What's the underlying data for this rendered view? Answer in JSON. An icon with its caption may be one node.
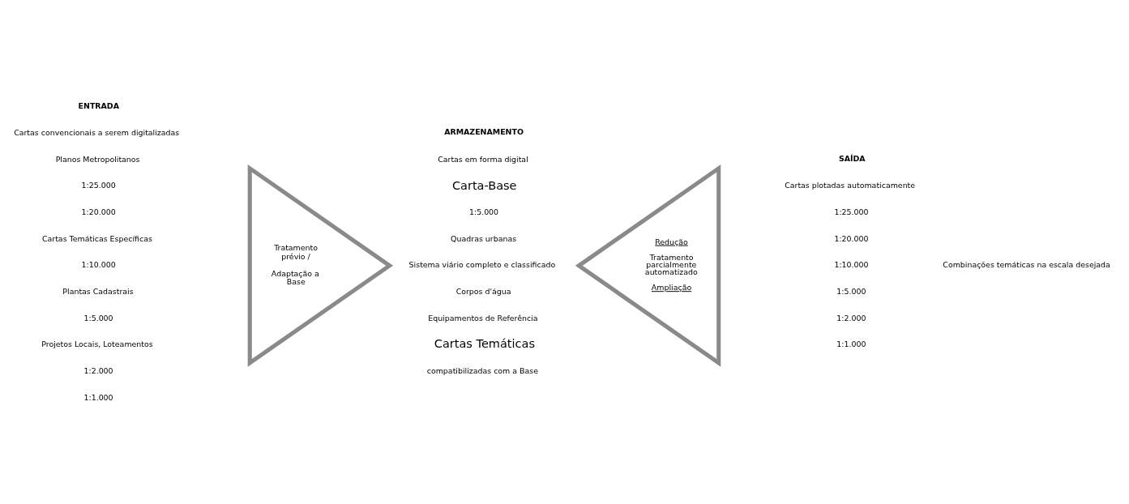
{
  "diagram": {
    "nodes": [
      {
        "text": [
          "Tratamento prévio /",
          "Adaptação a Base"
        ]
      },
      {
        "text": [
          "Redução",
          "Tratamento parcialmente automatizado",
          "Ampliação"
        ]
      }
    ],
    "edges": [],
    "labels": [
      "ENTRADA",
      "Cartas convencionais a serem digitalizadas",
      "Planos Metropolitanos",
      "1:25.000",
      "1:20.000",
      "Cartas Temáticas Específicas",
      "1:10.000",
      "Plantas Cadastrais",
      "1:5.000",
      "Projetos Locais, Loteamentos",
      "1:2.000",
      "1:1.000",
      "ARMAZENAMENTO",
      "Cartas em forma digital",
      "Carta-Base",
      "1:5.000",
      "Quadras urbanas",
      "Sistema viário completo e classificado",
      "Corpos d'água",
      "Equipamentos de Referência",
      "Cartas Temáticas",
      "compatibilizadas com a Base",
      "SAÍDA",
      "Cartas plotadas automaticamente",
      "1:25.000",
      "1:20.000",
      "1:10.000",
      "1:5.000",
      "1:2.000",
      "1:1.000",
      "Combinações temáticas na escala desejada"
    ]
  }
}
